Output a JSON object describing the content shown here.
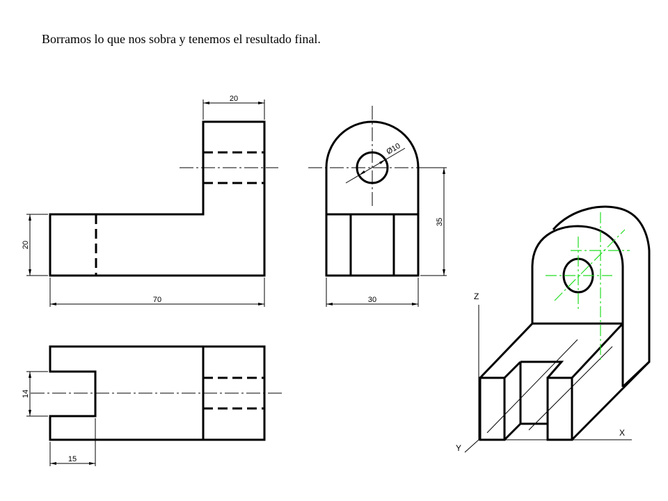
{
  "caption": "Borramos lo que nos sobra y tenemos el resultado final.",
  "dimensions": {
    "front_top_width": "20",
    "front_height": "20",
    "front_length": "70",
    "side_diameter": "Ø10",
    "side_height": "35",
    "side_width": "30",
    "top_slot_width": "14",
    "top_slot_depth": "15"
  },
  "axes": {
    "z": "Z",
    "y": "Y",
    "x": "X"
  },
  "colors": {
    "lines": "#000000",
    "iso_centerlines": "#22dd22"
  }
}
